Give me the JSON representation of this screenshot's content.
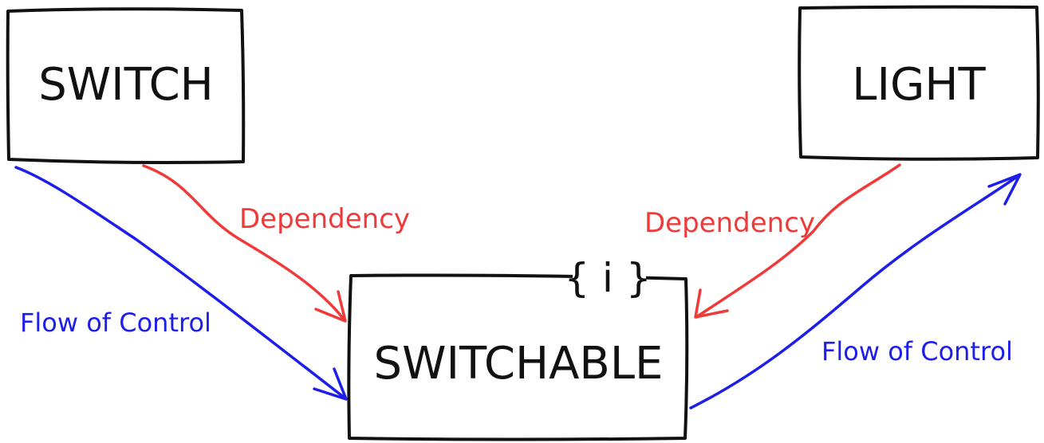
{
  "nodes": {
    "switch": {
      "label": "SWITCH"
    },
    "light": {
      "label": "LIGHT"
    },
    "switchable": {
      "label": "SWITCHABLE",
      "badge": "{ i }"
    }
  },
  "edges": {
    "switch_dependency": {
      "label": "Dependency"
    },
    "light_dependency": {
      "label": "Dependency"
    },
    "switch_flow": {
      "label": "Flow of Control"
    },
    "light_flow": {
      "label": "Flow of Control"
    }
  },
  "colors": {
    "dependency": "#f03a3a",
    "flow": "#1e1eea",
    "box": "#111111"
  }
}
